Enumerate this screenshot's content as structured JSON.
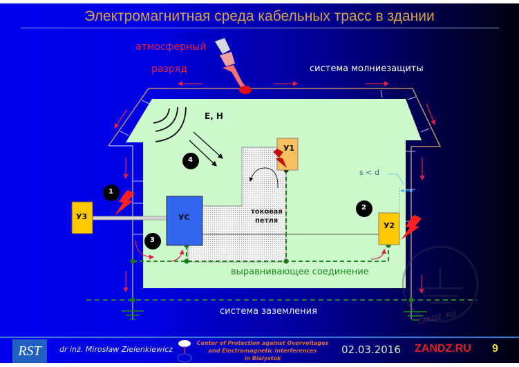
{
  "slide": {
    "title": "Электромагнитная среда кабельных трасс в здании",
    "labels": {
      "atmospheric_1": "атмосферный",
      "atmospheric_2": "разряд",
      "lightning_protection": "система молниезащиты",
      "field": "E, H",
      "current_loop_1": "токовая",
      "current_loop_2": "петля",
      "distance": "s < d",
      "equipotential": "выравнивающее соединение",
      "earthing": "система заземления"
    },
    "devices": {
      "u1": "У1",
      "u2": "У2",
      "u3": "У3",
      "us": "УС"
    },
    "markers": [
      "1",
      "2",
      "3",
      "4"
    ],
    "watermark": "ZANDZ .RU",
    "colors": {
      "background_left": "#0000f0",
      "background_right": "#000010",
      "building_fill": "#ccf8cc",
      "title": "#d9a24a",
      "device_yellow": "#ffc800",
      "device_u1": "#f8c060",
      "device_us": "#3366ee",
      "equipotential_green": "#1a8a1a",
      "arrow_red": "#e0204a",
      "lightning_red": "#ff2020"
    }
  },
  "footer": {
    "logo": "RST",
    "author": "dr inż. Mirosław Zielenkiewicz",
    "center_line1": "Center of Protection against Overvoltages",
    "center_line2": "and Electromagnetic Interferences",
    "center_line3": "in Bialystok",
    "date": "02.03.2016",
    "site": "ZANDZ.RU",
    "page": "9"
  }
}
